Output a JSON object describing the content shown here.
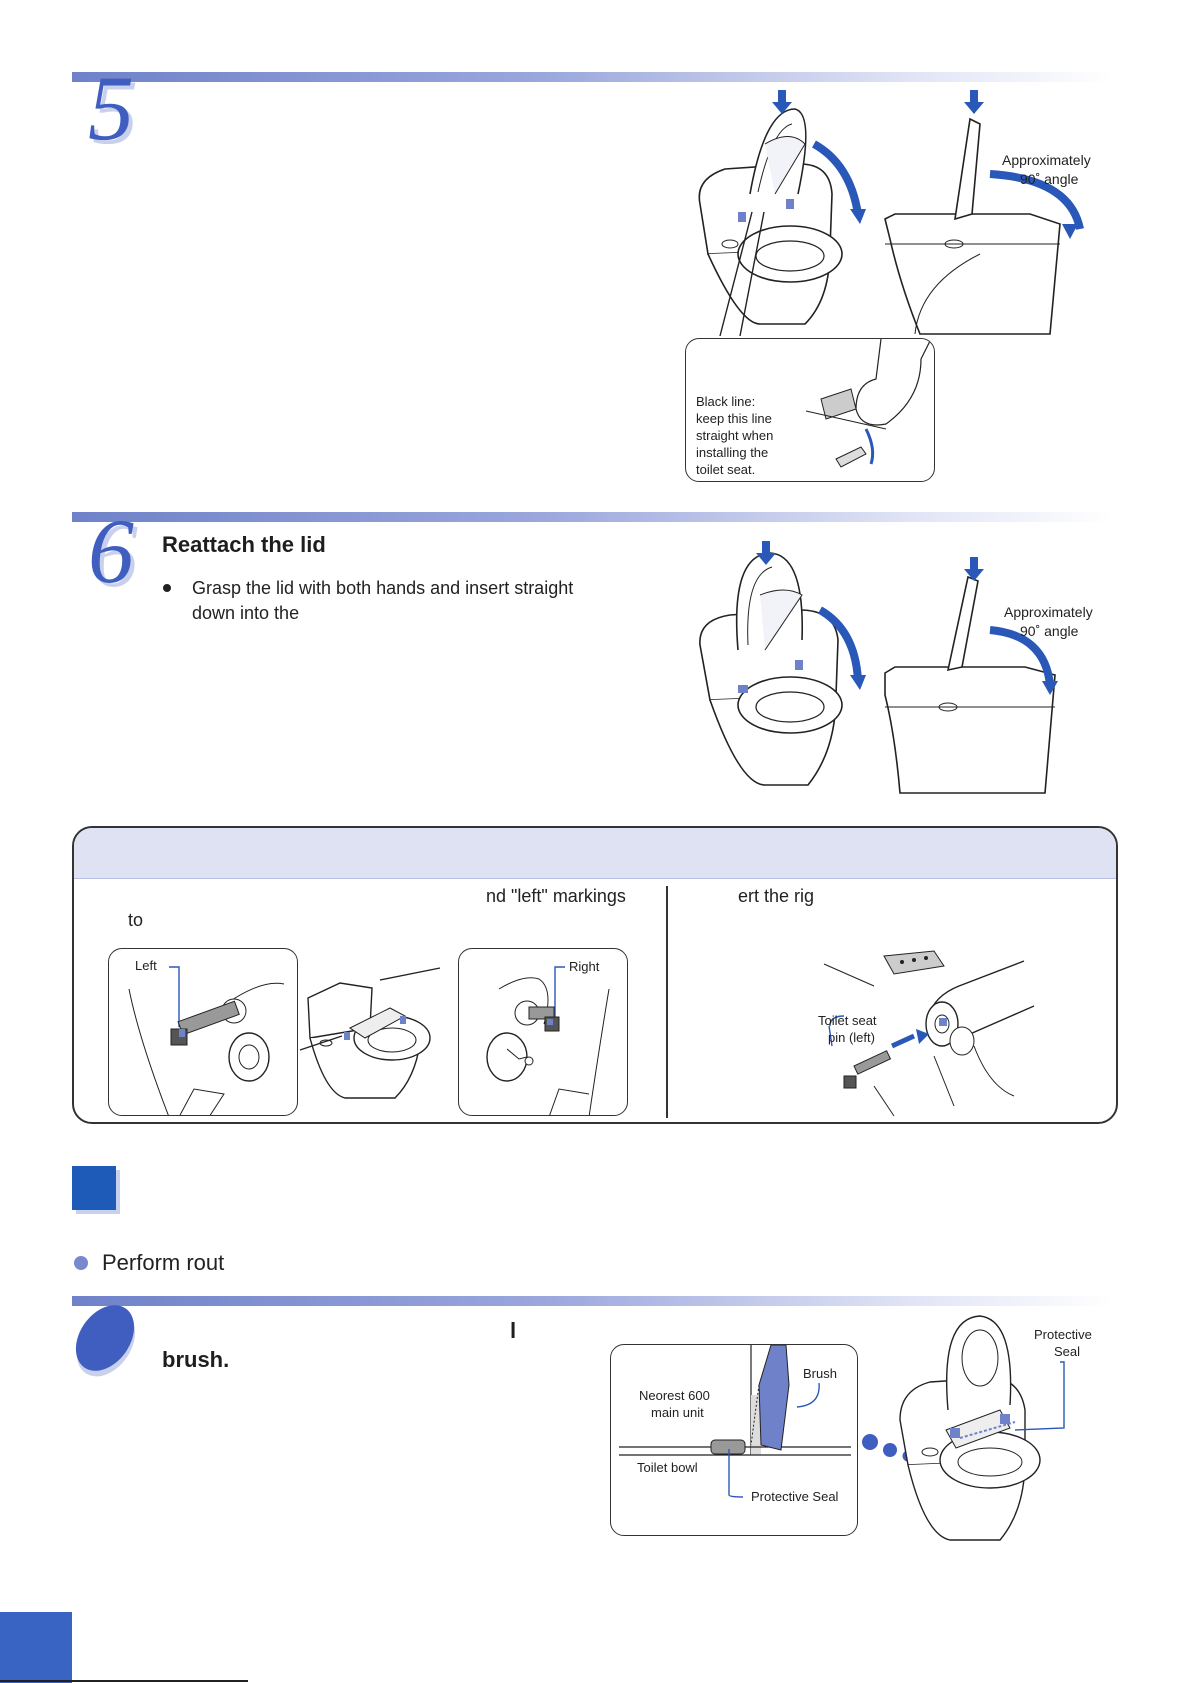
{
  "step5": {
    "number": "5",
    "figure": {
      "approx_label": "Approximately",
      "angle_label": "90˚ angle",
      "black_line_note": [
        "Black line:",
        "keep this line",
        "straight when",
        "installing the",
        "toilet seat."
      ]
    }
  },
  "step6": {
    "number": "6",
    "title": "Reattach the lid",
    "bullet": [
      "Grasp the lid with both hands and insert straight",
      "down into the"
    ],
    "figure": {
      "approx_label": "Approximately",
      "angle_label": "90˚ angle"
    }
  },
  "note": {
    "left_text_a": "nd \"left\" markings",
    "left_text_b": "to",
    "right_text": "ert the rig",
    "left_inset_label": "Left",
    "right_inset_label": "Right",
    "pin_label": [
      "Toilet seat",
      "pin (left)"
    ]
  },
  "section": {
    "bullet": "Perform rout"
  },
  "step7": {
    "line_a": "l",
    "line_b": "brush.",
    "inset": {
      "main_unit": [
        "Neorest 600",
        "main unit"
      ],
      "brush": "Brush",
      "toilet_bowl": "Toilet bowl",
      "protective_seal": "Protective Seal"
    },
    "protective_seal_callout": [
      "Protective",
      "Seal"
    ]
  },
  "colors": {
    "accent_blue": "#2a58b8",
    "rule_blue": "#6f82c9",
    "square_blue": "#1e5bb8",
    "page_tab_blue": "#3a64c4"
  }
}
